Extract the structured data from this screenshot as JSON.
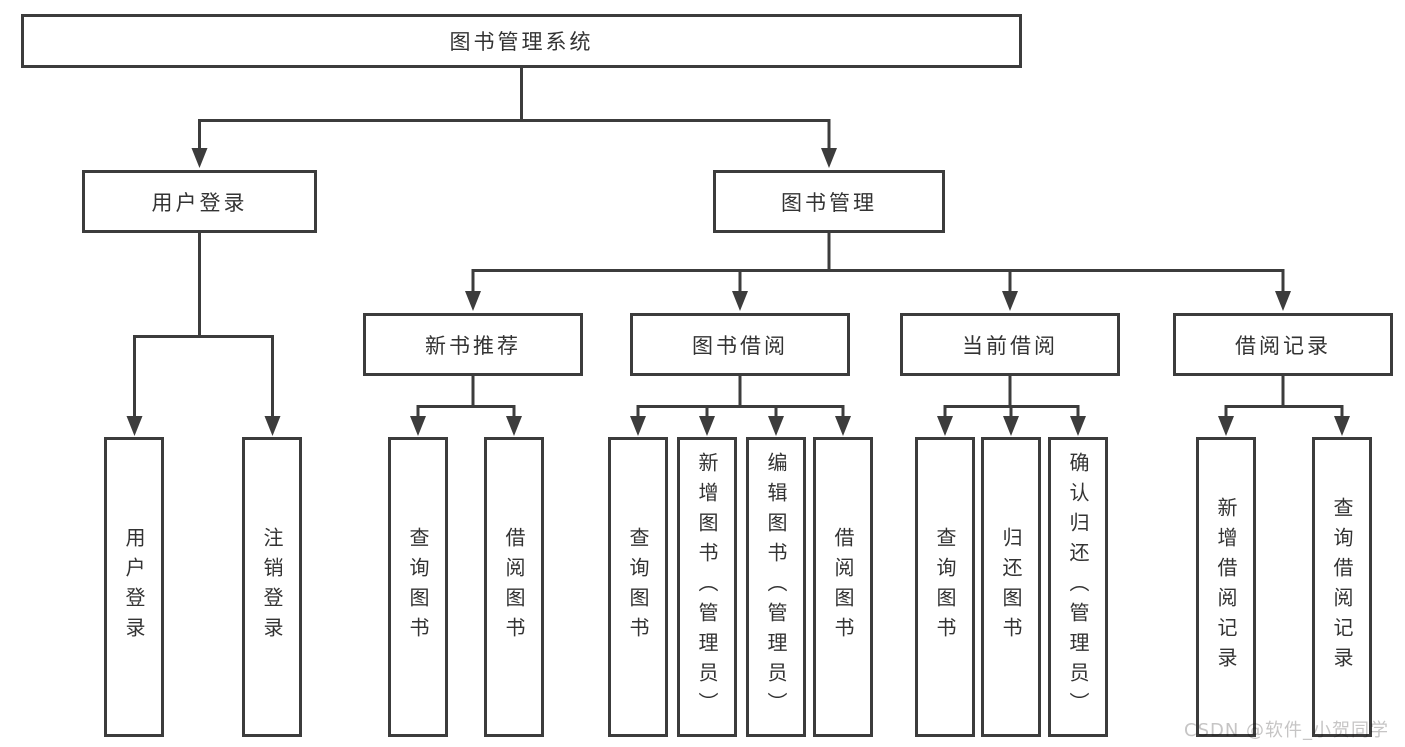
{
  "diagram": {
    "root": "图书管理系统",
    "level2": {
      "user_login": "用户登录",
      "book_mgmt": "图书管理"
    },
    "level3": {
      "new_books": "新书推荐",
      "book_borrow": "图书借阅",
      "current_borrow": "当前借阅",
      "borrow_records": "借阅记录"
    },
    "leaves": {
      "user_login_1": "用户登录",
      "user_login_2": "注销登录",
      "new_books_1": "查询图书",
      "new_books_2": "借阅图书",
      "book_borrow_1": "查询图书",
      "book_borrow_2": "新增图书（管理员）",
      "book_borrow_3": "编辑图书（管理员）",
      "book_borrow_4": "借阅图书",
      "current_borrow_1": "查询图书",
      "current_borrow_2": "归还图书",
      "current_borrow_3": "确认归还（管理员）",
      "borrow_records_1": "新增借阅记录",
      "borrow_records_2": "查询借阅记录"
    }
  },
  "watermark": {
    "text": "CSDN @软件_小贺同学"
  },
  "colors": {
    "line": "#3c3c3c",
    "text": "#333333",
    "watermark": "#c6c5c5",
    "background": "#ffffff"
  }
}
